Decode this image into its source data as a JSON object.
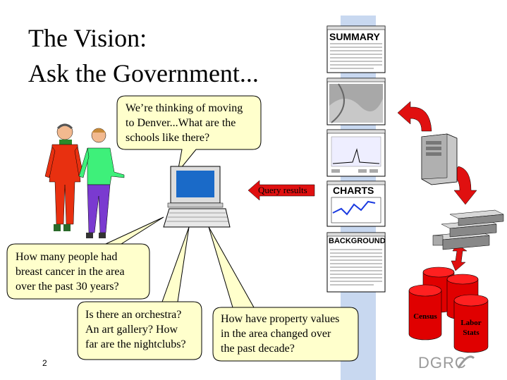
{
  "title": {
    "line1": "The Vision:",
    "line2": "Ask the Government..."
  },
  "bubbles": {
    "top": [
      "We’re thinking of moving",
      "to Denver...What are the",
      "schools like there?"
    ],
    "left": [
      "How many people had",
      "breast cancer in the area",
      "over the past 30 years?"
    ],
    "middle": [
      "Is there an orchestra?",
      "An art gallery?  How",
      "far are the nightclubs?"
    ],
    "right": [
      "How have property values",
      "in the area changed over",
      "the past decade?"
    ]
  },
  "query_label": "Query results",
  "documents": {
    "summary": "SUMMARY",
    "charts": "CHARTS",
    "background": "BACKGROUND"
  },
  "databases": {
    "census": "Census",
    "labor_line1": "Labor",
    "labor_line2": "Stats"
  },
  "footer": {
    "page_number": "2",
    "logo": "DGRC"
  },
  "colors": {
    "bubble_fill": "#ffffcc",
    "arrow_red": "#e01010",
    "cylinder_red": "#e00000",
    "strip_blue": "#c8d8f0",
    "logo_gray": "#9a9a9a"
  }
}
